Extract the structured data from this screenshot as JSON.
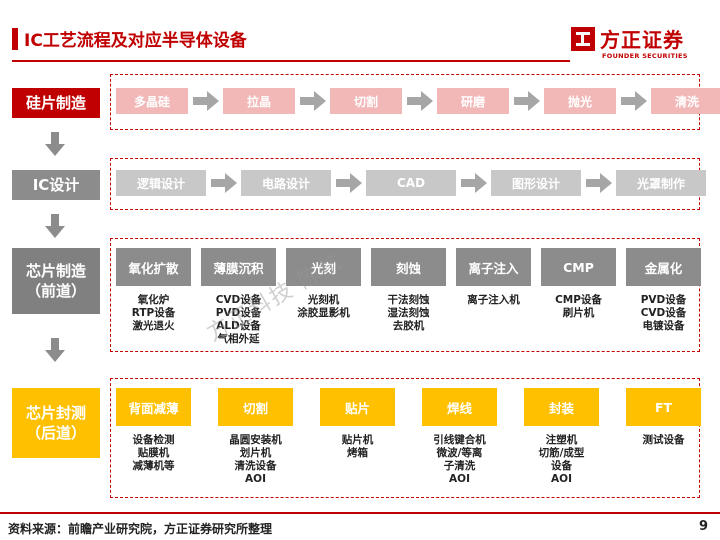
{
  "header": {
    "title": "IC工艺流程及对应半导体设备"
  },
  "logo": {
    "name": "方正证券",
    "subtitle": "FOUNDER SECURITIES"
  },
  "rows": {
    "wafer": {
      "label": "硅片制造",
      "steps": [
        "多晶硅",
        "拉晶",
        "切割",
        "研磨",
        "抛光",
        "清洗"
      ]
    },
    "design": {
      "label": "IC设计",
      "steps": [
        "逻辑设计",
        "电路设计",
        "CAD",
        "图形设计",
        "光罩制作"
      ]
    },
    "front": {
      "label_line1": "芯片制造",
      "label_line2": "（前道）",
      "columns": [
        {
          "head": "氧化扩散",
          "items": [
            "氧化炉",
            "RTP设备",
            "激光退火"
          ]
        },
        {
          "head": "薄膜沉积",
          "items": [
            "CVD设备",
            "PVD设备",
            "ALD设备",
            "气相外延"
          ]
        },
        {
          "head": "光刻",
          "items": [
            "光刻机",
            "涂胶显影机"
          ]
        },
        {
          "head": "刻蚀",
          "items": [
            "干法刻蚀",
            "湿法刻蚀",
            "去胶机"
          ]
        },
        {
          "head": "离子注入",
          "items": [
            "离子注入机"
          ]
        },
        {
          "head": "CMP",
          "items": [
            "CMP设备",
            "刷片机"
          ]
        },
        {
          "head": "金属化",
          "items": [
            "PVD设备",
            "CVD设备",
            "电镀设备"
          ]
        }
      ]
    },
    "back": {
      "label_line1": "芯片封测",
      "label_line2": "（后道）",
      "columns": [
        {
          "head": "背面减薄",
          "items": [
            "设备检测",
            "贴膜机",
            "减薄机等"
          ]
        },
        {
          "head": "切割",
          "items": [
            "晶圆安装机",
            "划片机",
            "清洗设备",
            "AOI"
          ]
        },
        {
          "head": "贴片",
          "items": [
            "贴片机",
            "烤箱"
          ]
        },
        {
          "head": "焊线",
          "items": [
            "引线键合机",
            "微波/等离",
            "子清洗",
            "AOI"
          ]
        },
        {
          "head": "封装",
          "items": [
            "注塑机",
            "切筋/成型",
            "设备",
            "AOI"
          ]
        },
        {
          "head": "FT",
          "items": [
            "测试设备"
          ]
        }
      ]
    }
  },
  "watermark": "方正科技 陈杭",
  "footer": {
    "source": "资料来源：前瞻产业研究院，方正证券研究所整理",
    "page": "9"
  },
  "colors": {
    "brand": "#c00000",
    "wafer_label": "#c00000",
    "wafer_step": "#f2b8b8",
    "design_label": "#8c8c8c",
    "design_step": "#c8c8c8",
    "front_label": "#808080",
    "front_head": "#8c8c8c",
    "back_label": "#ffc000",
    "back_head": "#ffc000"
  }
}
